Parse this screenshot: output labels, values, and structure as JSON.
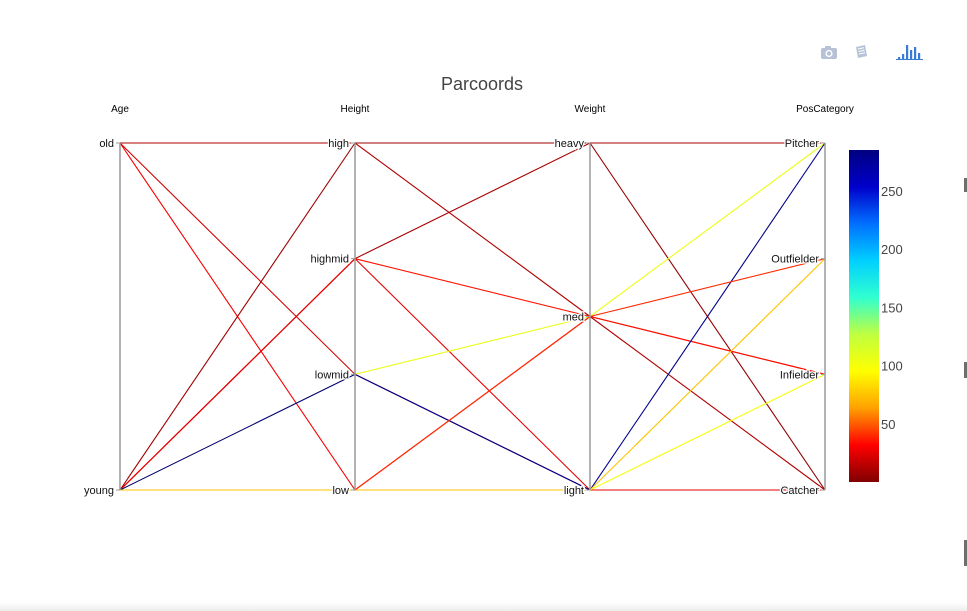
{
  "chart_data": {
    "type": "parcoords",
    "title": "Parcoords",
    "dimensions": [
      {
        "label": "Age",
        "ticks": [
          "old",
          "young"
        ]
      },
      {
        "label": "Height",
        "ticks": [
          "high",
          "highmid",
          "lowmid",
          "low"
        ]
      },
      {
        "label": "Weight",
        "ticks": [
          "heavy",
          "med",
          "light"
        ]
      },
      {
        "label": "PosCategory",
        "ticks": [
          "Pitcher",
          "Outfielder",
          "Infielder",
          "Catcher"
        ]
      }
    ],
    "lines": [
      {
        "values": [
          "old",
          "high",
          "heavy",
          "Pitcher"
        ],
        "color_value": 5
      },
      {
        "values": [
          "old",
          "high",
          "heavy",
          "Catcher"
        ],
        "color_value": 5
      },
      {
        "values": [
          "old",
          "high",
          "med",
          "Catcher"
        ],
        "color_value": 12
      },
      {
        "values": [
          "old",
          "lowmid",
          "light",
          "Catcher"
        ],
        "color_value": 20
      },
      {
        "values": [
          "old",
          "low",
          "med",
          "Infielder"
        ],
        "color_value": 30
      },
      {
        "values": [
          "young",
          "high",
          "heavy",
          "Pitcher"
        ],
        "color_value": 8
      },
      {
        "values": [
          "young",
          "highmid",
          "heavy",
          "Pitcher"
        ],
        "color_value": 10
      },
      {
        "values": [
          "young",
          "highmid",
          "med",
          "Infielder"
        ],
        "color_value": 35
      },
      {
        "values": [
          "young",
          "highmid",
          "light",
          "Catcher"
        ],
        "color_value": 25
      },
      {
        "values": [
          "young",
          "lowmid",
          "med",
          "Pitcher"
        ],
        "color_value": 105
      },
      {
        "values": [
          "young",
          "lowmid",
          "light",
          "Pitcher"
        ],
        "color_value": 280
      },
      {
        "values": [
          "young",
          "low",
          "light",
          "Infielder"
        ],
        "color_value": 100
      },
      {
        "values": [
          "young",
          "low",
          "med",
          "Outfielder"
        ],
        "color_value": 40
      },
      {
        "values": [
          "young",
          "low",
          "light",
          "Outfielder"
        ],
        "color_value": 75
      }
    ],
    "colorscale": {
      "name": "Jet (reversed)",
      "range": [
        0,
        285
      ],
      "ticks": [
        50,
        100,
        150,
        200,
        250
      ],
      "stops": [
        "#800000",
        "#ff0000",
        "#ffa000",
        "#ffff00",
        "#c0ff40",
        "#30ffd0",
        "#00d0ff",
        "#0070ff",
        "#0000cc",
        "#000080"
      ]
    }
  },
  "modebar": {
    "buttons": [
      {
        "name": "camera-icon",
        "color": "#b6c2d6"
      },
      {
        "name": "book-icon",
        "color": "#b6c2d6"
      },
      {
        "name": "plotly-logo-icon",
        "color": "#3a7bd5"
      }
    ]
  }
}
